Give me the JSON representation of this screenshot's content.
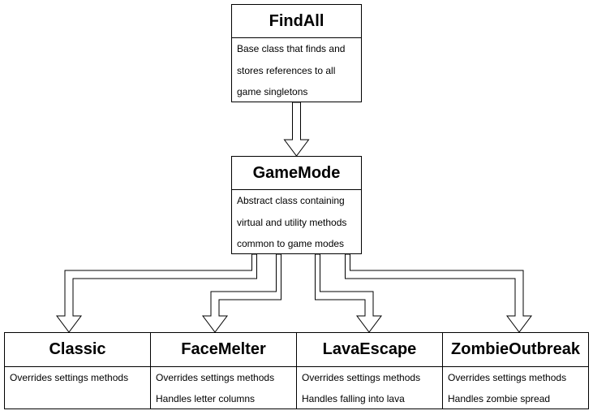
{
  "nodes": {
    "findall": {
      "title": "FindAll",
      "lines": [
        "Base class that finds and",
        "stores references to all",
        "game singletons"
      ]
    },
    "gamemode": {
      "title": "GameMode",
      "lines": [
        "Abstract class containing",
        "virtual and utility methods",
        "common to game modes"
      ]
    },
    "classic": {
      "title": "Classic",
      "lines": [
        "Overrides settings methods"
      ]
    },
    "facemelter": {
      "title": "FaceMelter",
      "lines": [
        "Overrides settings methods",
        "Handles letter columns"
      ]
    },
    "lavaescape": {
      "title": "LavaEscape",
      "lines": [
        "Overrides settings methods",
        "Handles falling into lava"
      ]
    },
    "zombieoutbreak": {
      "title": "ZombieOutbreak",
      "lines": [
        "Overrides settings methods",
        "Handles zombie spread"
      ]
    }
  },
  "edges": [
    {
      "from": "findall",
      "to": "gamemode",
      "style": "hollow-block-arrow"
    },
    {
      "from": "gamemode",
      "to": "classic",
      "style": "hollow-block-arrow"
    },
    {
      "from": "gamemode",
      "to": "facemelter",
      "style": "hollow-block-arrow"
    },
    {
      "from": "gamemode",
      "to": "lavaescape",
      "style": "hollow-block-arrow"
    },
    {
      "from": "gamemode",
      "to": "zombieoutbreak",
      "style": "hollow-block-arrow"
    }
  ],
  "colors": {
    "stroke": "#000000",
    "fill": "#ffffff",
    "text": "#000000"
  }
}
